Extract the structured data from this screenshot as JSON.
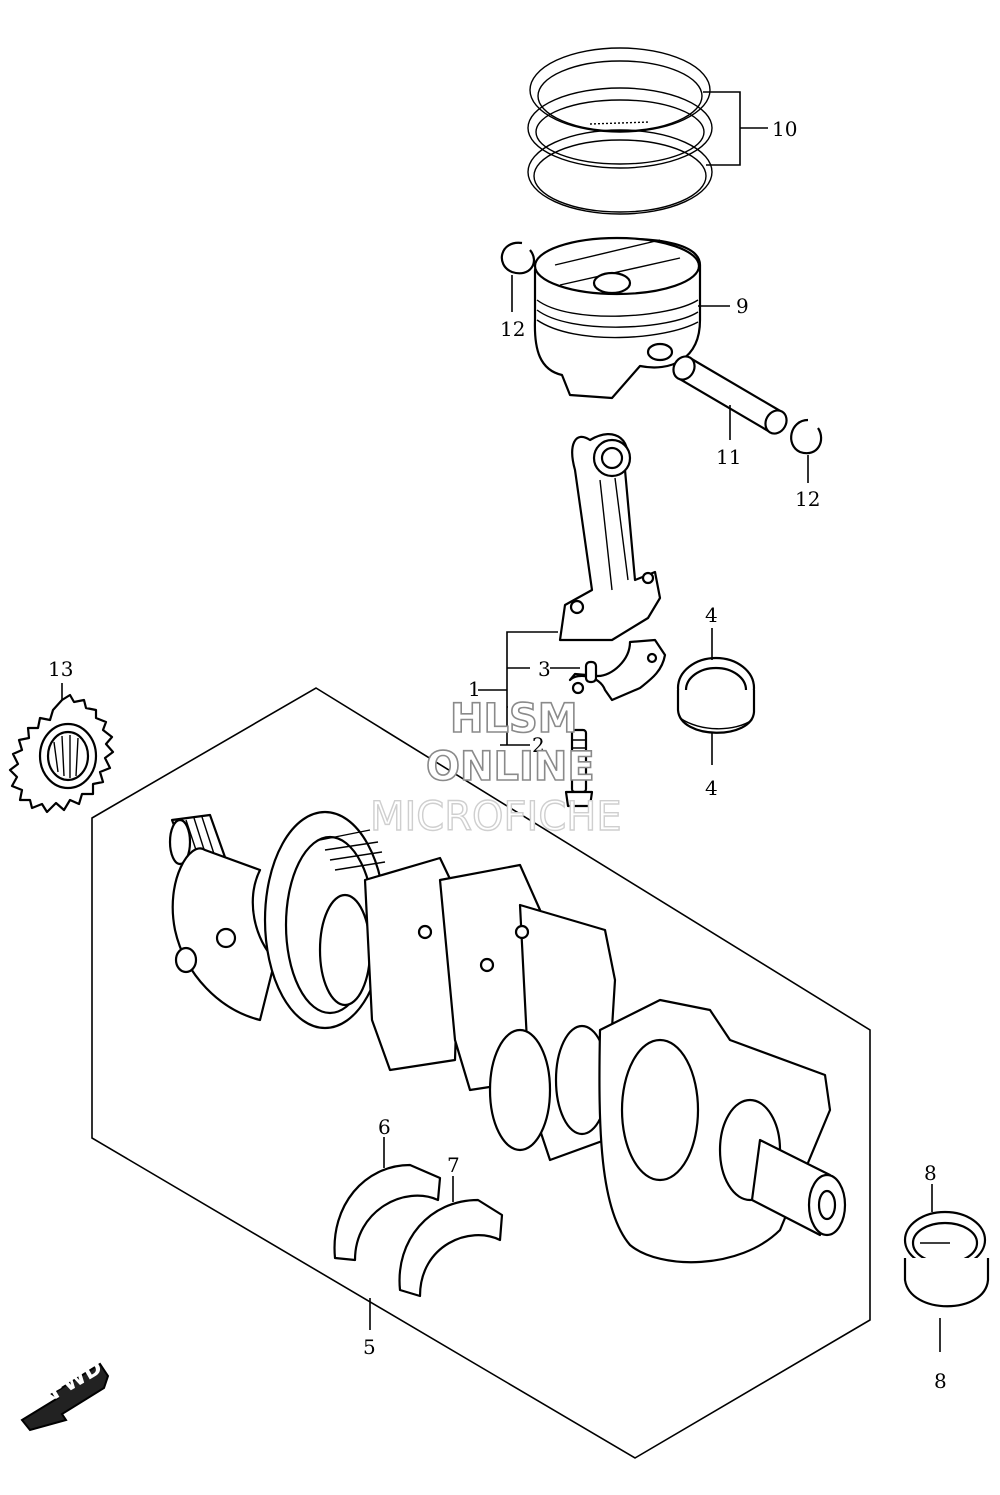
{
  "diagram": {
    "callouts": {
      "p1": "1",
      "p2": "2",
      "p3": "3",
      "p4a": "4",
      "p4b": "4",
      "p5": "5",
      "p6": "6",
      "p7": "7",
      "p8a": "8",
      "p8b": "8",
      "p9": "9",
      "p10": "10",
      "p11": "11",
      "p12a": "12",
      "p12b": "12",
      "p13": "13"
    },
    "direction_badge": "FWD"
  },
  "watermark": {
    "line1": "HLSM",
    "line2": "ONLINE",
    "line3": "MICROFICHE"
  }
}
